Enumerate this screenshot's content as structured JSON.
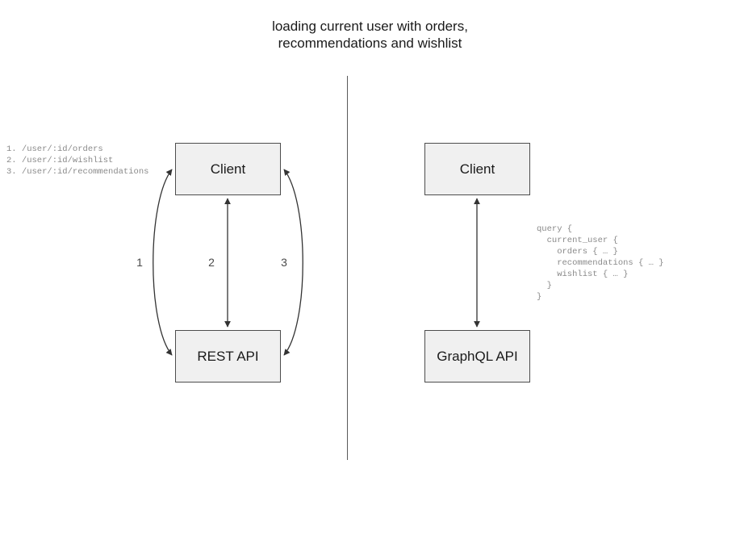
{
  "diagram": {
    "title": "loading current user with orders,\nrecommendations and wishlist",
    "divider": {
      "name": "vertical-divider"
    },
    "left_panel": {
      "name": "rest-comparison-panel",
      "nodes": [
        {
          "id": "client-rest",
          "label": "Client"
        },
        {
          "id": "rest-api",
          "label": "REST API"
        }
      ],
      "edges": [
        {
          "id": "edge-1",
          "label": "1",
          "style": "curved-left",
          "direction": "bidirectional"
        },
        {
          "id": "edge-2",
          "label": "2",
          "style": "straight",
          "direction": "bidirectional"
        },
        {
          "id": "edge-3",
          "label": "3",
          "style": "curved-right",
          "direction": "bidirectional"
        }
      ],
      "endpoints_annotation": "1. /user/:id/orders\n2. /user/:id/wishlist\n3. /user/:id/recommendations",
      "endpoints_list": [
        {
          "number": "1.",
          "path": "/user/:id/orders"
        },
        {
          "number": "2.",
          "path": "/user/:id/wishlist"
        },
        {
          "number": "3.",
          "path": "/user/:id/recommendations"
        }
      ]
    },
    "right_panel": {
      "name": "graphql-comparison-panel",
      "nodes": [
        {
          "id": "client-graphql",
          "label": "Client"
        },
        {
          "id": "graphql-api",
          "label": "GraphQL API"
        }
      ],
      "edges": [
        {
          "id": "edge-graphql",
          "label": "",
          "style": "straight",
          "direction": "bidirectional"
        }
      ],
      "query_annotation": "query {\n  current_user {\n    orders { … }\n    recommendations { … }\n    wishlist { … }\n  }\n}",
      "query_lines": [
        "query {",
        "  current_user {",
        "    orders { … }",
        "    recommendations { … }",
        "    wishlist { … }",
        "  }",
        "}"
      ]
    },
    "colors": {
      "background": "#ffffff",
      "node_fill": "#f0f0f0",
      "node_border": "#4d4d4d",
      "edge_stroke": "#333333",
      "divider": "#5a5a5a",
      "title_text": "#1a1a1a",
      "node_text": "#1a1a1a",
      "code_text": "#8a8a8a",
      "edge_label_text": "#4a4a4a"
    }
  }
}
